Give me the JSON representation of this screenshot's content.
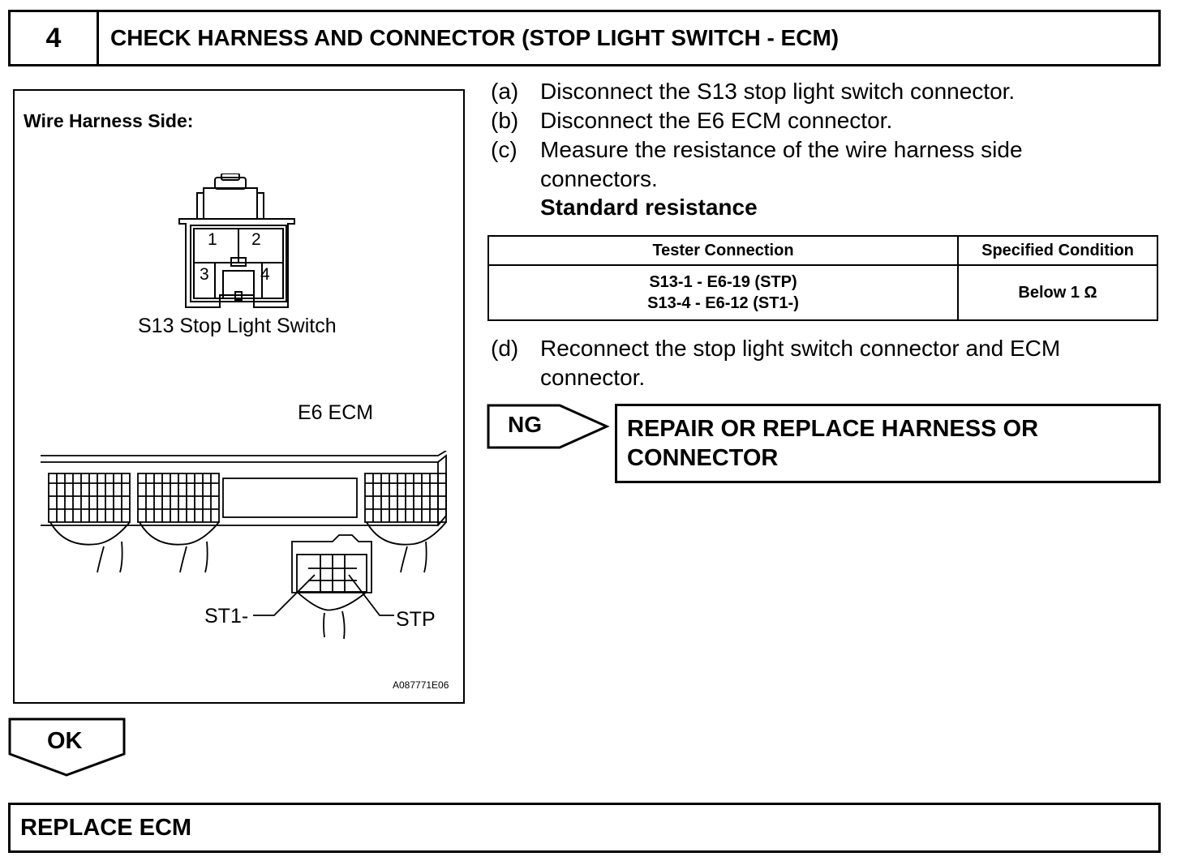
{
  "header": {
    "step_number": "4",
    "title": "CHECK HARNESS AND CONNECTOR (STOP LIGHT SWITCH - ECM)"
  },
  "figure": {
    "side_label": "Wire Harness Side:",
    "s13_caption": "S13 Stop Light Switch",
    "pins": [
      "1",
      "2",
      "3",
      "4"
    ],
    "ecm_label": "E6 ECM",
    "st1_label": "ST1-",
    "stp_label": "STP",
    "figure_id": "A087771E06"
  },
  "steps": [
    {
      "label": "(a)",
      "text": "Disconnect the S13 stop light switch connector."
    },
    {
      "label": "(b)",
      "text": "Disconnect the E6 ECM connector."
    },
    {
      "label": "(c)",
      "text": "Measure the resistance of the wire harness side connectors."
    }
  ],
  "standard_resistance": "Standard resistance",
  "table": {
    "headers": [
      "Tester Connection",
      "Specified Condition"
    ],
    "connection_line1": "S13-1 - E6-19 (STP)",
    "connection_line2": "S13-4 - E6-12 (ST1-)",
    "condition": "Below 1 Ω"
  },
  "step_d": {
    "label": "(d)",
    "text": "Reconnect the stop light switch connector and ECM connector."
  },
  "ng": {
    "label": "NG",
    "result_line1": "REPAIR OR REPLACE HARNESS OR",
    "result_line2": "CONNECTOR"
  },
  "ok": {
    "label": "OK"
  },
  "final": {
    "text": "REPLACE ECM"
  }
}
